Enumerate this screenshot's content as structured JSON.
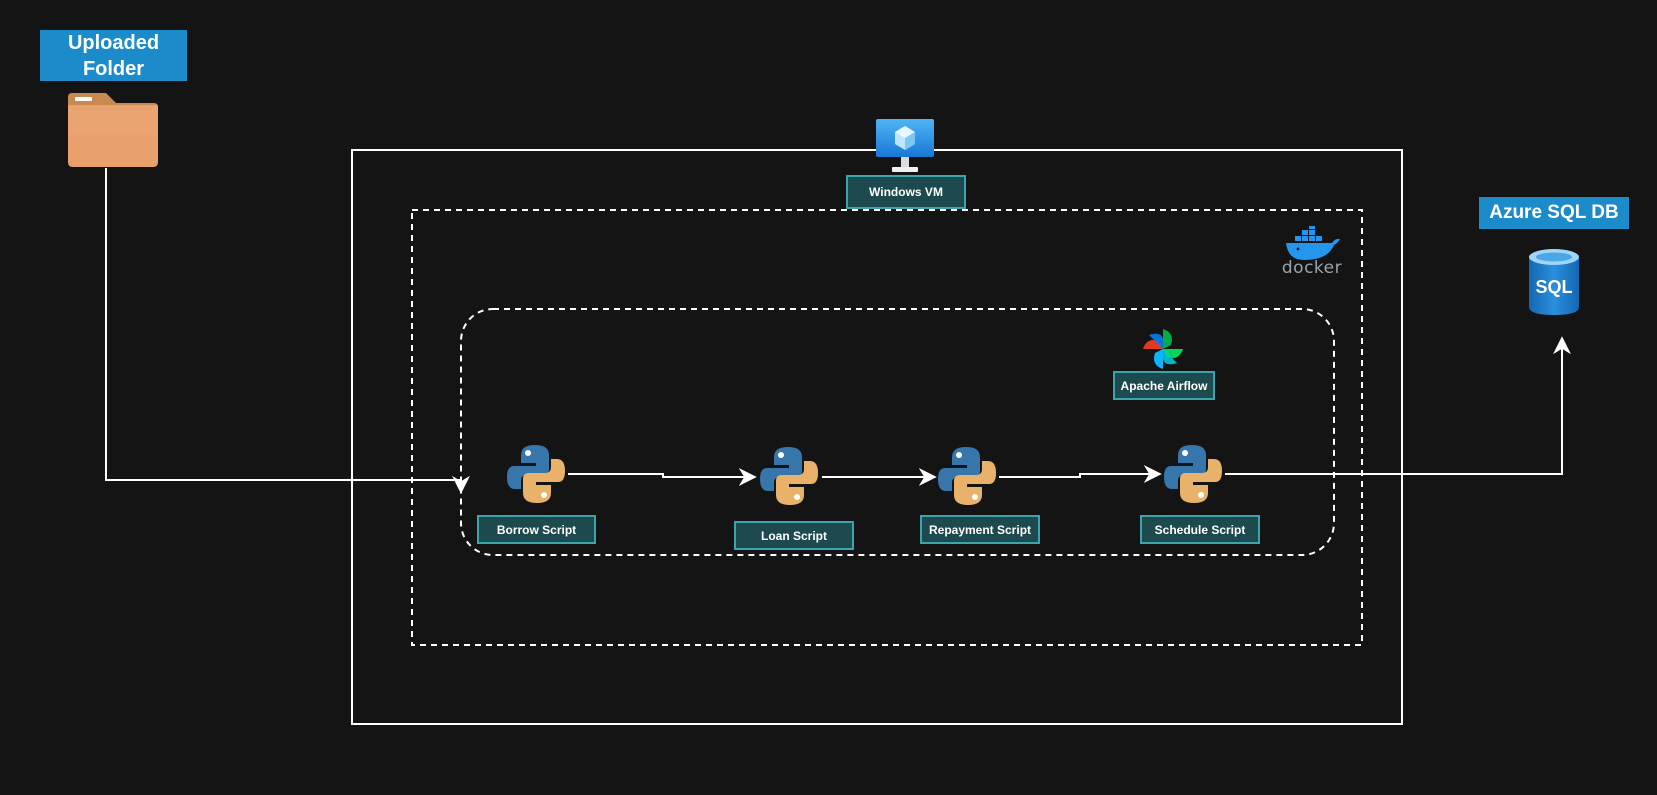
{
  "source": {
    "title": "Uploaded Folder",
    "icon": "folder-icon"
  },
  "target": {
    "title": "Azure SQL DB",
    "icon": "azure-sql-database-icon",
    "icon_text": "SQL"
  },
  "vm": {
    "label": "Windows VM",
    "icon": "windows-vm-monitor-icon"
  },
  "container": {
    "label": "docker",
    "icon": "docker-whale-icon"
  },
  "orchestrator": {
    "label": "Apache Airflow",
    "icon": "airflow-pinwheel-icon"
  },
  "scripts": [
    {
      "label": "Borrow Script",
      "icon": "python-icon"
    },
    {
      "label": "Loan Script",
      "icon": "python-icon"
    },
    {
      "label": "Repayment Script",
      "icon": "python-icon"
    },
    {
      "label": "Schedule Script",
      "icon": "python-icon"
    }
  ],
  "colors": {
    "background": "#141414",
    "badge": "#1b8bca",
    "label_fill": "#1c4a4e",
    "label_border": "#3aa6a9",
    "line": "#ffffff",
    "folder": "#e8a06c",
    "docker": "#2496ed",
    "python_blue": "#3776ab",
    "python_yellow": "#e9b26a"
  }
}
